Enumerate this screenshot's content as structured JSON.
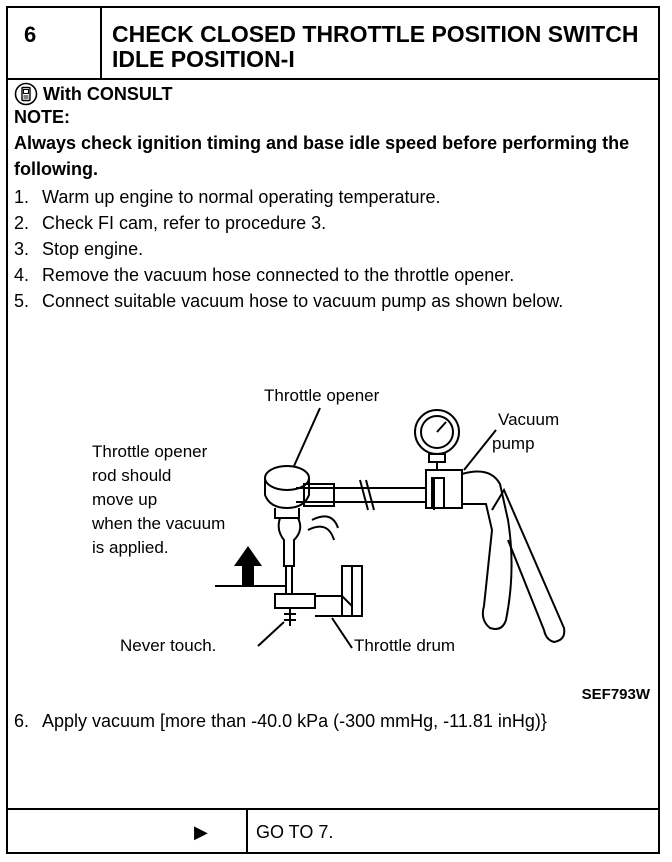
{
  "header": {
    "step_number": "6",
    "title": "CHECK CLOSED THROTTLE POSITION SWITCH IDLE POSITION-I"
  },
  "consult": {
    "label": "With CONSULT",
    "icon": "consult-tester-icon"
  },
  "note": {
    "label": "NOTE:",
    "text": "Always check ignition timing and base idle speed before performing the following."
  },
  "steps": [
    {
      "num": "1.",
      "text": "Warm up engine to normal operating temperature."
    },
    {
      "num": "2.",
      "text": "Check FI cam, refer to procedure 3."
    },
    {
      "num": "3.",
      "text": "Stop engine."
    },
    {
      "num": "4.",
      "text": "Remove the vacuum hose connected to the throttle opener."
    },
    {
      "num": "5.",
      "text": "Connect suitable vacuum hose to vacuum pump as shown below."
    }
  ],
  "figure": {
    "label_throttle_opener": "Throttle opener",
    "label_vacuum_pump_1": "Vacuum",
    "label_vacuum_pump_2": "pump",
    "label_rod_1": "Throttle opener",
    "label_rod_2": "rod should",
    "label_rod_3": "move up",
    "label_rod_4": "when the vacuum",
    "label_rod_5": "is applied.",
    "label_never_touch": "Never touch.",
    "label_throttle_drum": "Throttle drum",
    "code": "SEF793W"
  },
  "step6": {
    "num": "6.",
    "text": "Apply vacuum [more than -40.0 kPa (-300 mmHg, -11.81 inHg)}"
  },
  "footer": {
    "arrow": "▶",
    "goto": "GO TO 7."
  }
}
